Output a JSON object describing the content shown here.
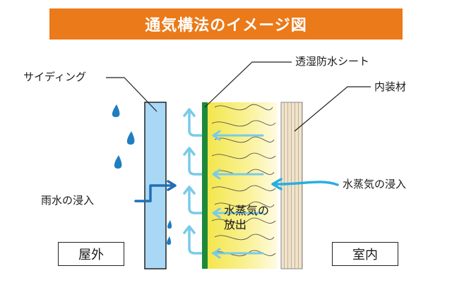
{
  "title": "通気構法のイメージ図",
  "labels": {
    "siding": "サイディング",
    "membrane": "透湿防水シート",
    "interior": "内装材",
    "rain_intrusion": "雨水の浸入",
    "vapor_intrusion": "水蒸気の浸入",
    "vapor_release_1": "水蒸気の",
    "vapor_release_2": "放出"
  },
  "zones": {
    "outdoor": "屋外",
    "indoor": "室内"
  },
  "colors": {
    "title_bg": "#ea7a1a",
    "siding": "#a8d8f5",
    "arrow_light": "#79cbe9",
    "arrow_dark": "#1f6fb5",
    "membrane": "#1d8a3a",
    "insulation": "#f5ea4a",
    "interior": "#e8dcc5",
    "raindrop": "#1e7ec0"
  }
}
